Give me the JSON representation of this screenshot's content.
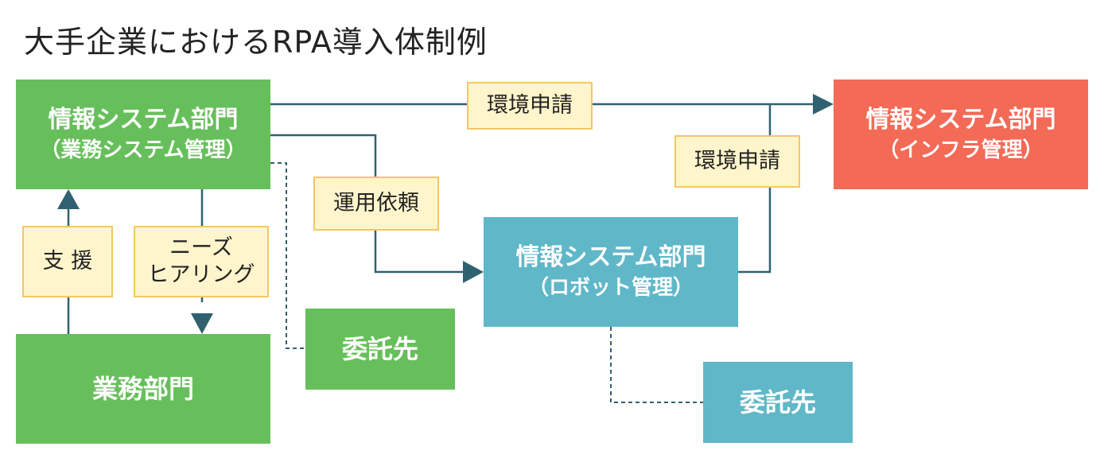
{
  "title": "大手企業におけるRPA導入体制例",
  "colors": {
    "green": "#67bf5b",
    "teal": "#5fb7c8",
    "red": "#f36a56",
    "label_fill": "#fff5cc",
    "label_border": "#f5c666",
    "line": "#2f6170"
  },
  "nodes": {
    "it_business": {
      "main": "情報システム部門",
      "sub": "（業務システム管理）"
    },
    "it_infra": {
      "main": "情報システム部門",
      "sub": "（インフラ管理）"
    },
    "it_robot": {
      "main": "情報システム部門",
      "sub": "（ロボット管理）"
    },
    "business_dept": {
      "main": "業務部門"
    },
    "contractor_1": {
      "main": "委託先"
    },
    "contractor_2": {
      "main": "委託先"
    }
  },
  "labels": {
    "env_request_top": "環境申請",
    "env_request_right": "環境申請",
    "ops_request": "運用依頼",
    "support": "支 援",
    "needs_hearing_line1": "ニーズ",
    "needs_hearing_line2": "ヒアリング"
  }
}
